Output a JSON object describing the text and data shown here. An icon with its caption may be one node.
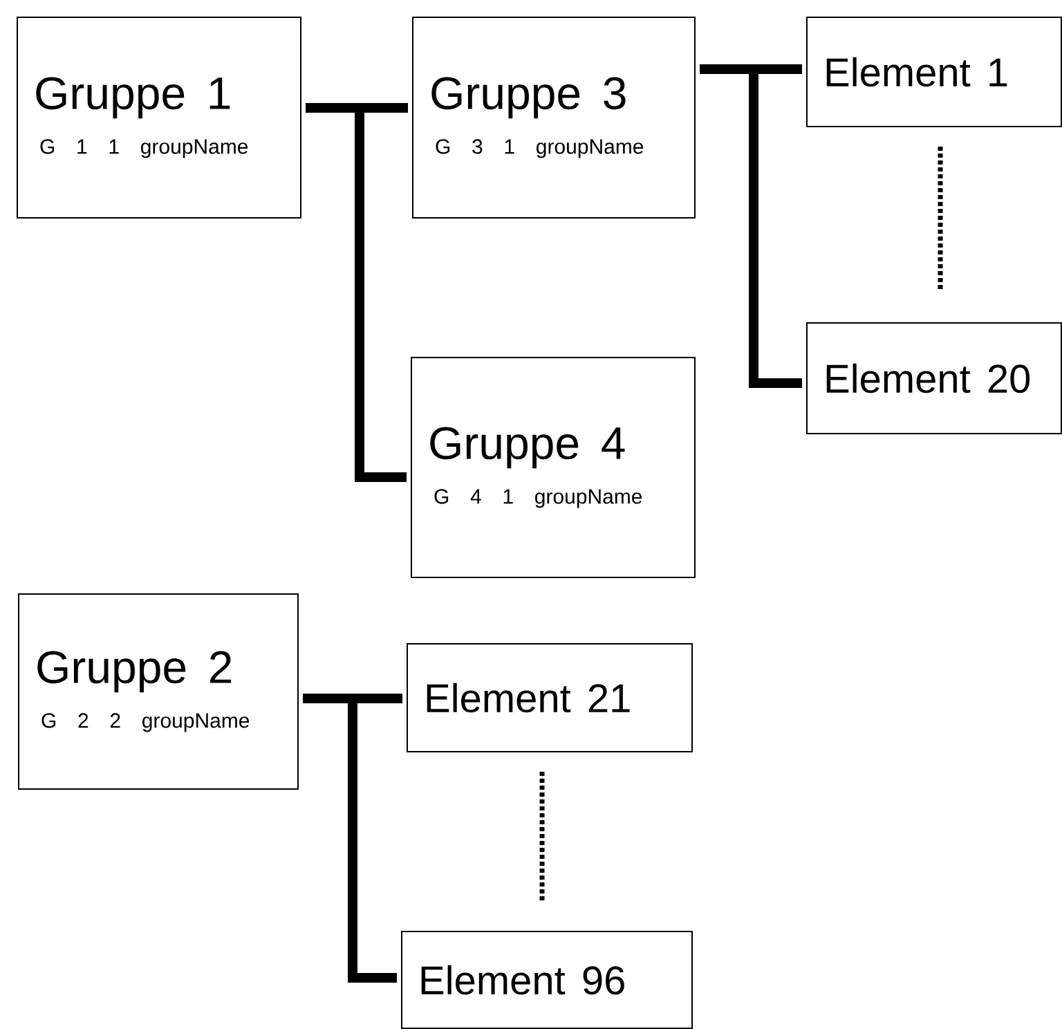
{
  "diagram": {
    "nodes": [
      {
        "text": [
          "Gruppe 1",
          "G 1 1 groupName"
        ]
      },
      {
        "text": [
          "Gruppe 3",
          "G 3 1 groupName"
        ]
      },
      {
        "text": [
          "Gruppe 4",
          "G 4 1 groupName"
        ]
      },
      {
        "text": [
          "Element 1"
        ]
      },
      {
        "text": [
          "Element 20"
        ]
      },
      {
        "text": [
          "Gruppe 2",
          "G 2 2 groupName"
        ]
      },
      {
        "text": [
          "Element 21"
        ]
      },
      {
        "text": [
          "Element 96"
        ]
      }
    ],
    "edges": [
      {
        "from": 0,
        "to": 1,
        "arrow": "none"
      },
      {
        "from": 0,
        "to": 2,
        "arrow": "none"
      },
      {
        "from": 1,
        "to": 3,
        "arrow": "none"
      },
      {
        "from": 1,
        "to": 4,
        "arrow": "none"
      },
      {
        "from": 3,
        "to": 4,
        "arrow": "none",
        "style": "dashed"
      },
      {
        "from": 5,
        "to": 6,
        "arrow": "none"
      },
      {
        "from": 5,
        "to": 7,
        "arrow": "none"
      },
      {
        "from": 6,
        "to": 7,
        "arrow": "none",
        "style": "dashed"
      }
    ]
  }
}
